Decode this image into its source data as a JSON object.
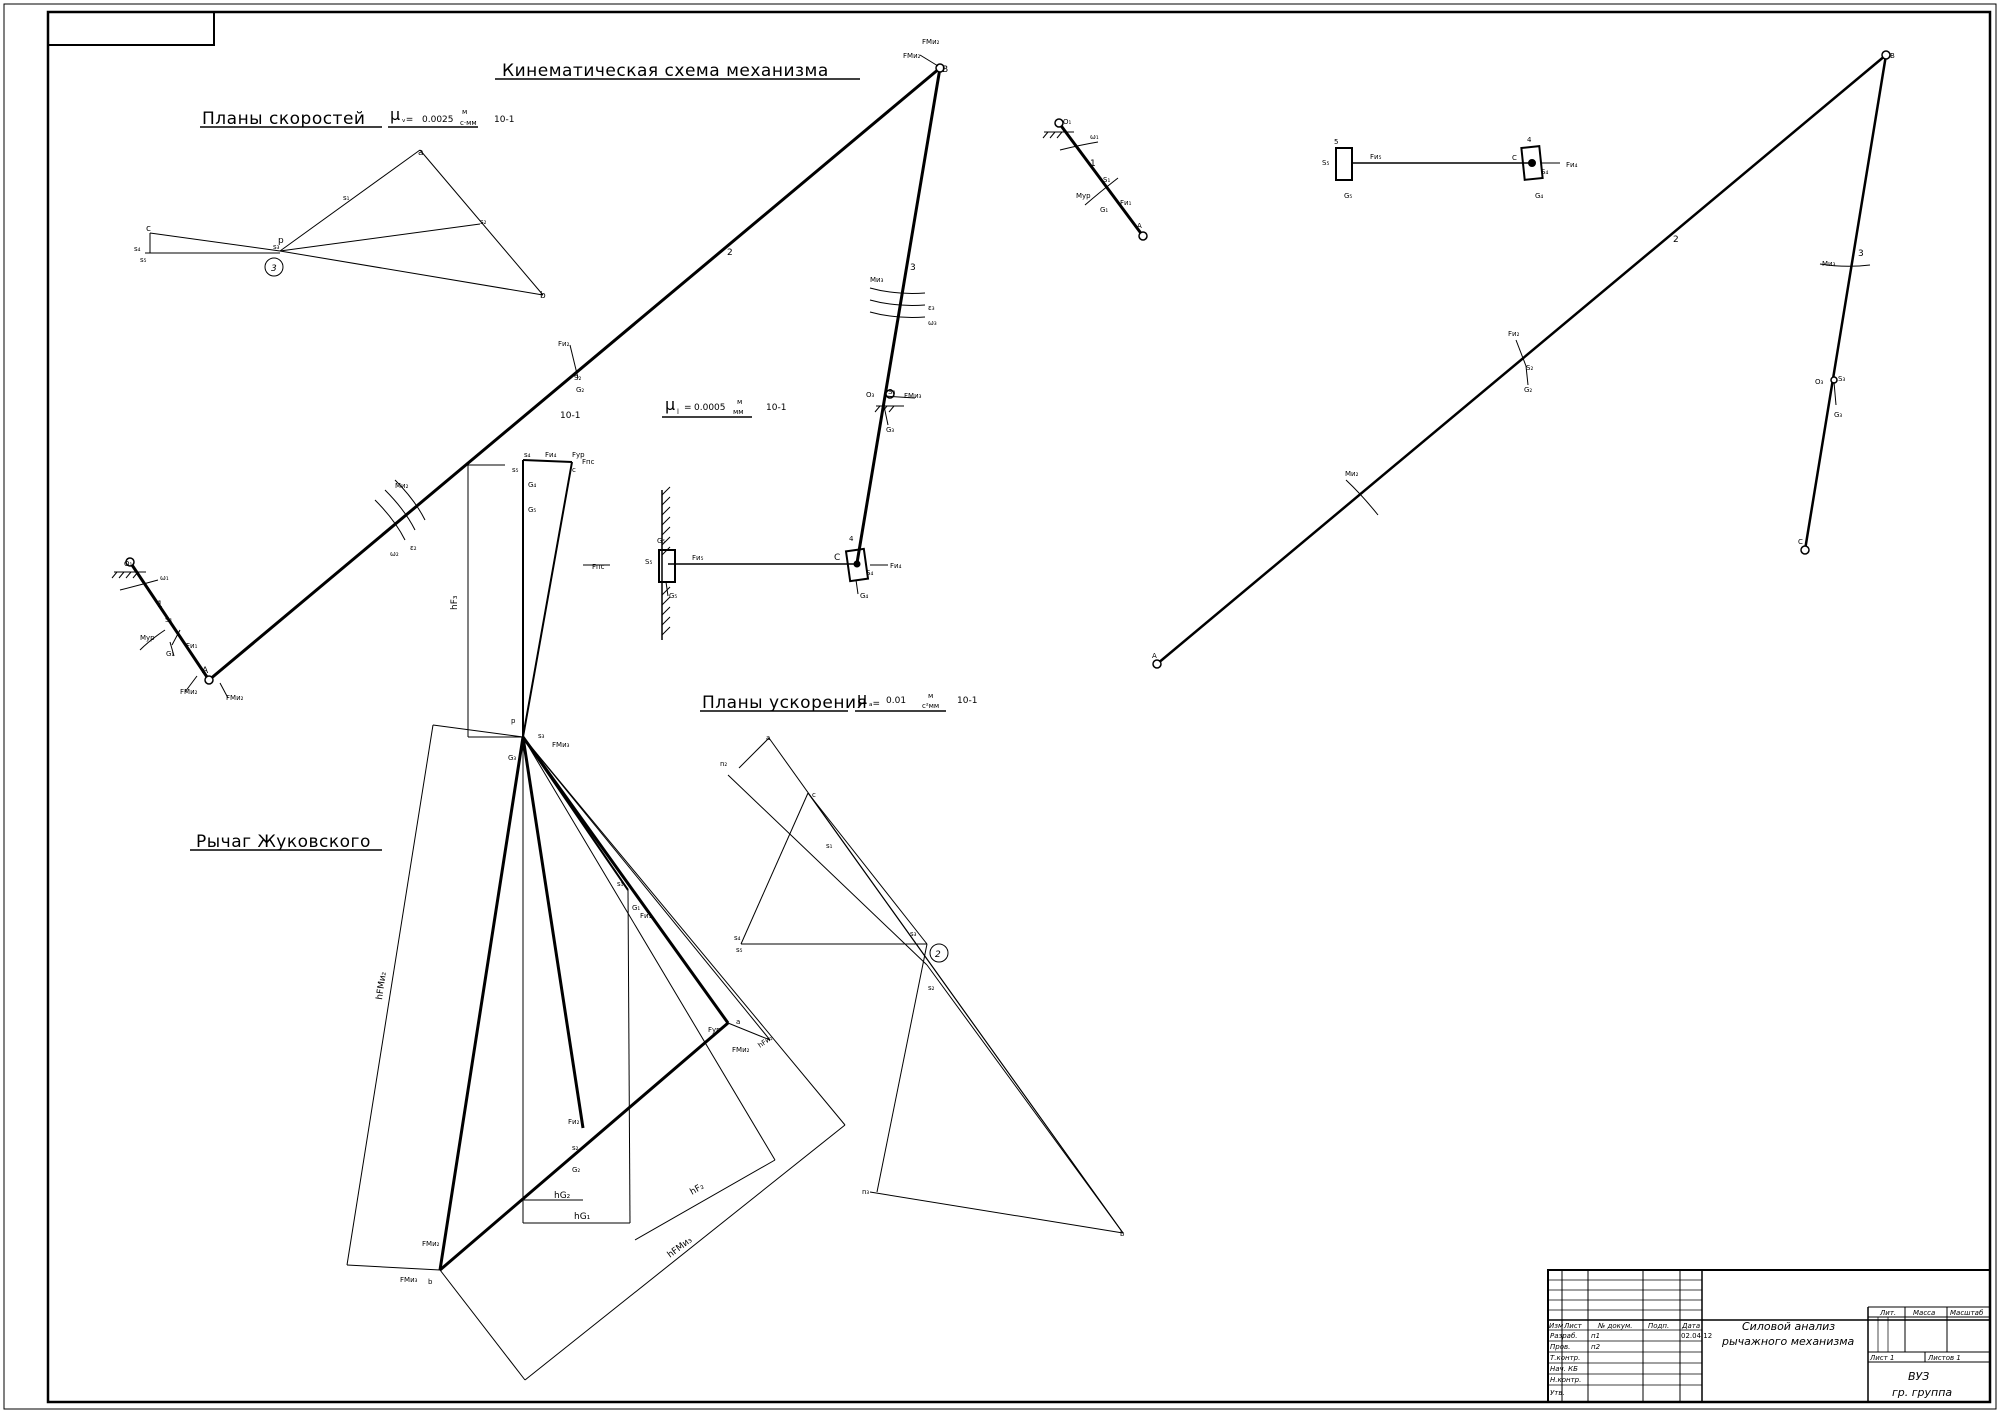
{
  "titles": {
    "kinematic": "Кинематическая схема механизма",
    "velocity": "Планы скоростей",
    "acceleration": "Планы ускорения",
    "lever": "Рычаг Жуковского"
  },
  "scales": {
    "mu_v": "0.0025",
    "mu_v_unit_top": "м",
    "mu_v_unit_bottom": "с·мм",
    "mu_v_exp": "10-1",
    "mu_l": "0.0005",
    "mu_l_unit_top": "м",
    "mu_l_unit_bottom": "мм",
    "mu_l_exp": "10-1",
    "mu_a": "0.01",
    "mu_a_unit_top": "м",
    "mu_a_unit_bottom": "с²мм",
    "mu_a_exp": "10-1",
    "link2_exp": "10-1"
  },
  "labels": {
    "A": "A",
    "B": "B",
    "C": "C",
    "O1": "O₁",
    "O3": "O₃",
    "S1": "S₁",
    "S2": "S₂",
    "S3": "S₃",
    "S4": "S₄",
    "S5": "S₅",
    "G1": "G₁",
    "G2": "G₂",
    "G3": "G₃",
    "G4": "G₄",
    "G5": "G₅",
    "link1": "1",
    "link2": "2",
    "link3": "3",
    "omega1": "ω₁",
    "omega2": "ω₂",
    "omega3": "ω₃",
    "eps2": "ε₂",
    "eps3": "ε₃",
    "Myp": "Mур",
    "Mu2": "Mи₂",
    "Mu3": "Mи₃",
    "Fu1": "Fи₁",
    "Fu2": "Fи₂",
    "Fu3": "Fи₃",
    "Fu4": "Fи₄",
    "Fu5": "Fи₅",
    "Fpc": "Fпс",
    "FMu2": "FMи₂",
    "FMu3": "FMи₃",
    "Fyp": "Fур",
    "p": "p",
    "a": "a",
    "b": "b",
    "c": "c",
    "s1": "s₁",
    "s2": "s₂",
    "s3": "s₃",
    "s4": "s₄",
    "s5": "s₅",
    "n2": "n₂",
    "n3": "n₃",
    "plan_v_num": "3",
    "plan_a_num": "2",
    "hF3": "hF₃",
    "hFMu2": "hFMи₂",
    "hF2": "hF₂",
    "hG2": "hG₂",
    "hG1": "hG₁",
    "hFMu3": "hFMи₃",
    "hFu2": "hFи₂"
  },
  "stamp": {
    "title_line1": "Силовой анализ",
    "title_line2": "рычажного механизма",
    "cols": [
      "Изм",
      "Лист",
      "№ докум.",
      "Подп.",
      "Дата"
    ],
    "rows": [
      "Разраб.",
      "Пров.",
      "Т.контр.",
      "Нач. КБ",
      "Н.контр.",
      "Утв."
    ],
    "razrab_name": "п1",
    "prov_name": "п2",
    "date": "02.04.12",
    "lit": "Лит.",
    "massa": "Масса",
    "masshtab": "Масштаб",
    "list": "Лист 1",
    "listov": "Листов 1",
    "org": "ВУЗ",
    "group": "гр. группа"
  }
}
